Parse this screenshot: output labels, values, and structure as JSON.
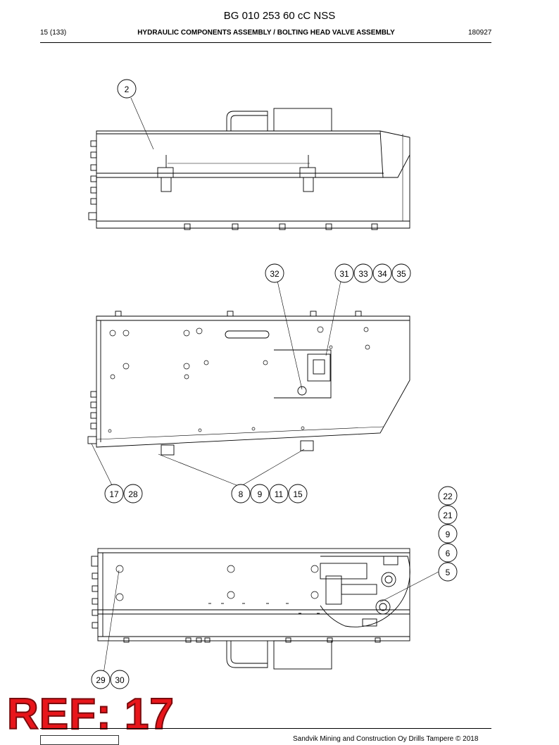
{
  "header": {
    "doc_title": "BG 010 253 60 cC NSS",
    "page": "15 (133)",
    "section_title": "HYDRAULIC COMPONENTS ASSEMBLY / BOLTING HEAD VALVE ASSEMBLY",
    "date_code": "180927"
  },
  "balloons": {
    "b2": "2",
    "b32": "32",
    "b31": "31",
    "b33": "33",
    "b34": "34",
    "b35": "35",
    "b17": "17",
    "b28": "28",
    "b8": "8",
    "b9a": "9",
    "b11": "11",
    "b15": "15",
    "b22": "22",
    "b21": "21",
    "b9b": "9",
    "b6": "6",
    "b5": "5",
    "b29": "29",
    "b30": "30"
  },
  "stamp": {
    "text": "REF: 17",
    "color": "#e8161b"
  },
  "footer": {
    "copyright": "Sandvik Mining and Construction Oy Drills Tampere © 2018"
  }
}
